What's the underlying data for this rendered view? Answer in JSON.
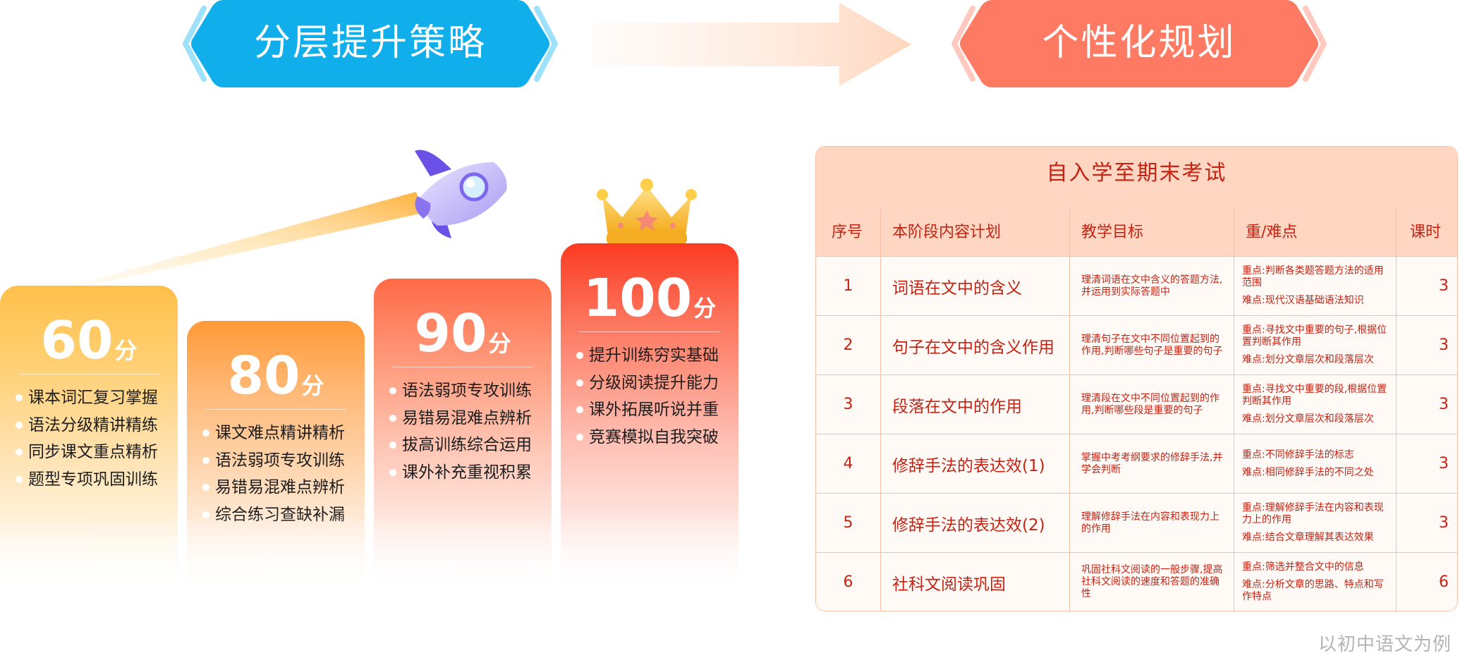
{
  "banners": {
    "left_title": "分层提升策略",
    "right_title": "个性化规划"
  },
  "colors": {
    "blue_banner": "#10aeea",
    "coral_banner": "#ff7a62",
    "table_text": "#c42314",
    "table_header_bg": "#ffd6c2",
    "table_border": "#f7c1a9"
  },
  "icons": [
    "rocket-icon",
    "crown-icon",
    "arrow-right-icon",
    "chevron-left-icon",
    "chevron-right-icon"
  ],
  "levels": [
    {
      "score": "60",
      "unit": "分",
      "items": [
        "课本词汇复习掌握",
        "语法分级精讲精练",
        "同步课文重点精析",
        "题型专项巩固训练"
      ]
    },
    {
      "score": "80",
      "unit": "分",
      "items": [
        "课文难点精讲精析",
        "语法弱项专攻训练",
        "易错易混难点辨析",
        "综合练习查缺补漏"
      ]
    },
    {
      "score": "90",
      "unit": "分",
      "items": [
        "语法弱项专攻训练",
        "易错易混难点辨析",
        "拔高训练综合运用",
        "课外补充重视积累"
      ]
    },
    {
      "score": "100",
      "unit": "分",
      "items": [
        "提升训练穷实基础",
        "分级阅读提升能力",
        "课外拓展听说并重",
        "竞赛模拟自我突破"
      ]
    }
  ],
  "plan": {
    "title": "自入学至期末考试",
    "headers": [
      "序号",
      "本阶段内容计划",
      "教学目标",
      "重/难点",
      "课时"
    ],
    "rows": [
      {
        "idx": "1",
        "plan": "词语在文中的含义",
        "goal": "理清词语在文中含义的答题方法,并运用到实际答题中",
        "key": "重点:判断各类题答题方法的适用范围",
        "diff": "难点:现代汉语基础语法知识",
        "hours": "3"
      },
      {
        "idx": "2",
        "plan": "句子在文中的含义作用",
        "goal": "理清句子在文中不同位置起到的作用,判断哪些句子是重要的句子",
        "key": "重点:寻找文中重要的句子,根据位置判断其作用",
        "diff": "难点:划分文章层次和段落层次",
        "hours": "3"
      },
      {
        "idx": "3",
        "plan": "段落在文中的作用",
        "goal": "理清段在文中不同位置起到的作用,判断哪些段是重要的句子",
        "key": "重点:寻找文中重要的段,根据位置判断其作用",
        "diff": "难点:划分文章层次和段落层次",
        "hours": "3"
      },
      {
        "idx": "4",
        "plan": "修辞手法的表达效(1)",
        "goal": "掌握中考考纲要求的修辞手法,并学会判断",
        "key": "重点:不同修辞手法的标志",
        "diff": "难点:相同修辞手法的不同之处",
        "hours": "3"
      },
      {
        "idx": "5",
        "plan": "修辞手法的表达效(2)",
        "goal": "理解修辞手法在内容和表现力上的作用",
        "key": "重点:理解修辞手法在内容和表现力上的作用",
        "diff": "难点:结合文章理解其表达效果",
        "hours": "3"
      },
      {
        "idx": "6",
        "plan": "社科文阅读巩固",
        "goal": "巩固社科文阅读的一般步骤,提高社科文阅读的速度和答题的准确性",
        "key": "重点:筛选并整合文中的信息",
        "diff": "难点:分析文章的思路、特点和写作特点",
        "hours": "6"
      }
    ]
  },
  "footnote": "以初中语文为例"
}
